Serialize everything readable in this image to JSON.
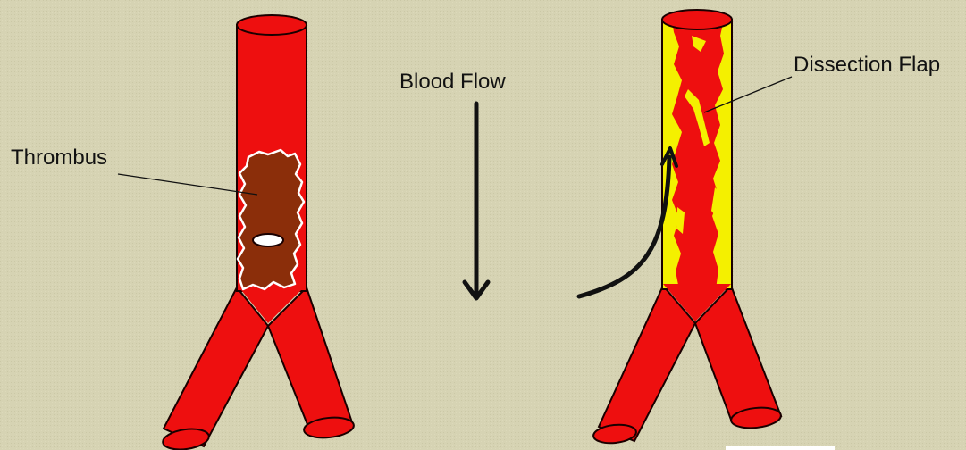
{
  "labels": {
    "thrombus": "Thrombus",
    "blood_flow": "Blood Flow",
    "dissection_flap": "Dissection Flap"
  },
  "colors": {
    "background": "#d6d3b3",
    "vessel_red": "#ee0f0f",
    "thrombus_brown": "#8b2e0a",
    "flap_yellow": "#f4f000",
    "outline": "#1a0000",
    "ink": "#111111"
  },
  "icons": {
    "flow_arrow": "arrow-down-icon",
    "false_lumen_arrow": "curved-arrow-up-icon"
  }
}
